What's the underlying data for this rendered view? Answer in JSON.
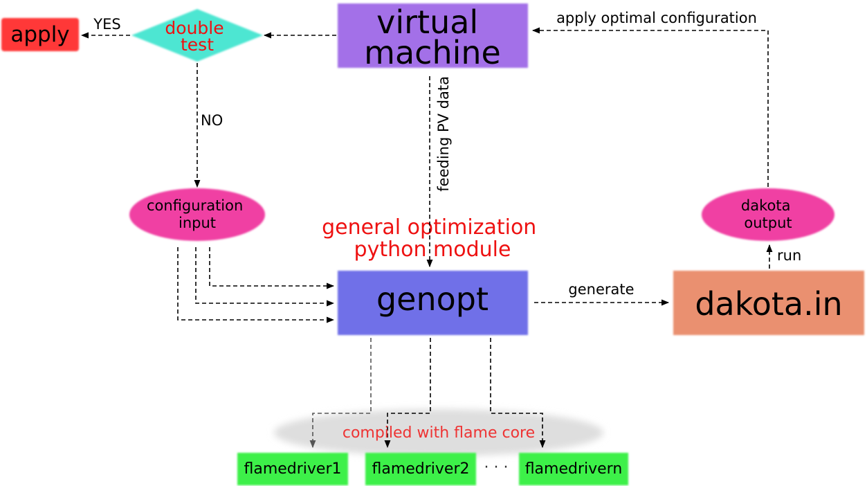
{
  "colors": {
    "apply_box": "#ff3838",
    "double_test": "#4de6d2",
    "virtual_machine": "#a370e8",
    "config_input": "#f03fa3",
    "dakota_output": "#f03fa3",
    "genopt": "#6f70e8",
    "dakota_in": "#ea9070",
    "flamedriver": "#3ef048",
    "compile_ellipse": "#dedede",
    "red_text": "#ee1111",
    "compiled_text": "#ee3333"
  },
  "nodes": {
    "apply": "apply",
    "double_test": [
      "double",
      "test"
    ],
    "virtual_machine": [
      "virtual",
      "machine"
    ],
    "configuration_input": [
      "configuration",
      "input"
    ],
    "general_optimization": [
      "general optimization",
      "python module"
    ],
    "genopt": "genopt",
    "dakota_output": [
      "dakota",
      "output"
    ],
    "dakota_in": "dakota.in",
    "compiled_with": "compiled with flame core",
    "flamedriver1": "flamedriver1",
    "flamedriver2": "flamedriver2",
    "ellipsis": "· · ·",
    "flamedrivern": "flamedrivern"
  },
  "edge_labels": {
    "yes": "YES",
    "no": "NO",
    "feeding": "feeding PV data",
    "apply_optimal": "apply optimal configuration",
    "generate": "generate",
    "run": "run"
  }
}
